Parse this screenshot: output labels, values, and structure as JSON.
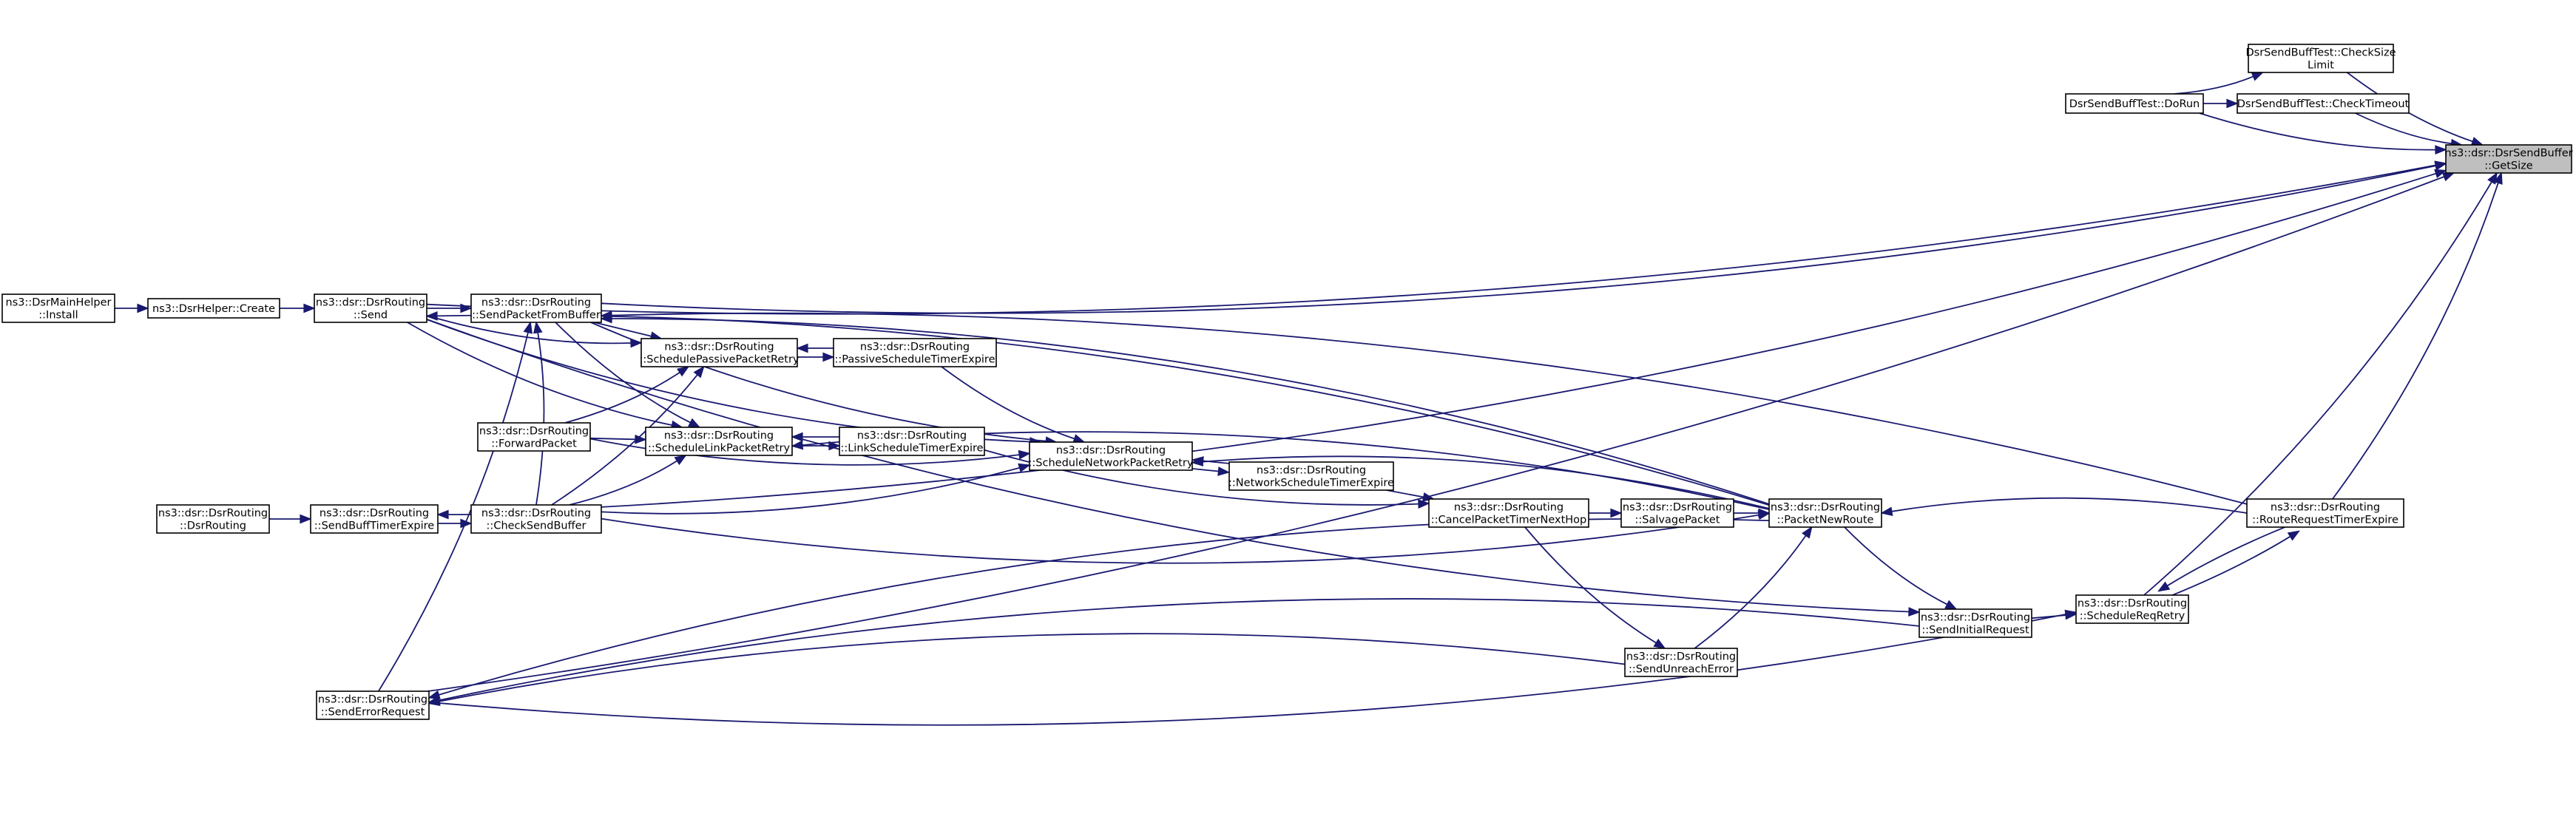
{
  "colors": {
    "edge": "#191970",
    "node_fill": "#ffffff",
    "focus_fill": "#bfbfbf",
    "node_border": "#000000",
    "text": "#000000"
  },
  "nodes": {
    "getsize": {
      "lines": [
        "ns3::dsr::DsrSendBuffer",
        "::GetSize"
      ],
      "focus": true
    },
    "checksizelimit": {
      "lines": [
        "DsrSendBuffTest::CheckSize",
        "Limit"
      ]
    },
    "checktimeout": {
      "lines": [
        "DsrSendBuffTest::CheckTimeout"
      ]
    },
    "dorun": {
      "lines": [
        "DsrSendBuffTest::DoRun"
      ]
    },
    "mainhelper": {
      "lines": [
        "ns3::DsrMainHelper",
        "::Install"
      ]
    },
    "helpercreate": {
      "lines": [
        "ns3::DsrHelper::Create"
      ]
    },
    "send": {
      "lines": [
        "ns3::dsr::DsrRouting",
        "::Send"
      ]
    },
    "sendpacketfrombuf": {
      "lines": [
        "ns3::dsr::DsrRouting",
        "::SendPacketFromBuffer"
      ]
    },
    "schedpassive": {
      "lines": [
        "ns3::dsr::DsrRouting",
        "::SchedulePassivePacketRetry"
      ]
    },
    "passivetimer": {
      "lines": [
        "ns3::dsr::DsrRouting",
        "::PassiveScheduleTimerExpire"
      ]
    },
    "forwardpacket": {
      "lines": [
        "ns3::dsr::DsrRouting",
        "::ForwardPacket"
      ]
    },
    "schedlink": {
      "lines": [
        "ns3::dsr::DsrRouting",
        "::ScheduleLinkPacketRetry"
      ]
    },
    "linktimer": {
      "lines": [
        "ns3::dsr::DsrRouting",
        "::LinkScheduleTimerExpire"
      ]
    },
    "schednetwork": {
      "lines": [
        "ns3::dsr::DsrRouting",
        "::ScheduleNetworkPacketRetry"
      ]
    },
    "networktimer": {
      "lines": [
        "ns3::dsr::DsrRouting",
        "::NetworkScheduleTimerExpire"
      ]
    },
    "dsrrouting": {
      "lines": [
        "ns3::dsr::DsrRouting",
        "::DsrRouting"
      ]
    },
    "sendbufftimer": {
      "lines": [
        "ns3::dsr::DsrRouting",
        "::SendBuffTimerExpire"
      ]
    },
    "checksendbuffer": {
      "lines": [
        "ns3::dsr::DsrRouting",
        "::CheckSendBuffer"
      ]
    },
    "cancelpacket": {
      "lines": [
        "ns3::dsr::DsrRouting",
        "::CancelPacketTimerNextHop"
      ]
    },
    "salvage": {
      "lines": [
        "ns3::dsr::DsrRouting",
        "::SalvagePacket"
      ]
    },
    "packetnewroute": {
      "lines": [
        "ns3::dsr::DsrRouting",
        "::PacketNewRoute"
      ]
    },
    "routereqtimer": {
      "lines": [
        "ns3::dsr::DsrRouting",
        "::RouteRequestTimerExpire"
      ]
    },
    "schedreqretry": {
      "lines": [
        "ns3::dsr::DsrRouting",
        "::ScheduleReqRetry"
      ]
    },
    "sendinitial": {
      "lines": [
        "ns3::dsr::DsrRouting",
        "::SendInitialRequest"
      ]
    },
    "sendunreach": {
      "lines": [
        "ns3::dsr::DsrRouting",
        "::SendUnreachError"
      ]
    },
    "senderror": {
      "lines": [
        "ns3::dsr::DsrRouting",
        "::SendErrorRequest"
      ]
    }
  },
  "edges": [
    [
      "checksizelimit",
      "getsize"
    ],
    [
      "checktimeout",
      "getsize"
    ],
    [
      "dorun",
      "getsize"
    ],
    [
      "dorun",
      "checksizelimit"
    ],
    [
      "dorun",
      "checktimeout"
    ],
    [
      "mainhelper",
      "helpercreate"
    ],
    [
      "helpercreate",
      "send"
    ],
    [
      "send",
      "getsize"
    ],
    [
      "send",
      "sendpacketfrombuf"
    ],
    [
      "send",
      "schedpassive"
    ],
    [
      "send",
      "schedlink"
    ],
    [
      "send",
      "schednetwork"
    ],
    [
      "send",
      "sendinitial"
    ],
    [
      "sendpacketfrombuf",
      "getsize"
    ],
    [
      "sendpacketfrombuf",
      "schedpassive"
    ],
    [
      "sendpacketfrombuf",
      "schedlink"
    ],
    [
      "sendpacketfrombuf",
      "schednetwork"
    ],
    [
      "schedpassive",
      "passivetimer"
    ],
    [
      "passivetimer",
      "schedpassive"
    ],
    [
      "passivetimer",
      "schednetwork"
    ],
    [
      "schedlink",
      "linktimer"
    ],
    [
      "linktimer",
      "schedlink"
    ],
    [
      "linktimer",
      "cancelpacket"
    ],
    [
      "schednetwork",
      "networktimer"
    ],
    [
      "networktimer",
      "schednetwork"
    ],
    [
      "networktimer",
      "cancelpacket"
    ],
    [
      "forwardpacket",
      "schedpassive"
    ],
    [
      "forwardpacket",
      "schedlink"
    ],
    [
      "forwardpacket",
      "schednetwork"
    ],
    [
      "dsrrouting",
      "sendbufftimer"
    ],
    [
      "sendbufftimer",
      "checksendbuffer"
    ],
    [
      "checksendbuffer",
      "sendpacketfrombuf"
    ],
    [
      "checksendbuffer",
      "schedpassive"
    ],
    [
      "checksendbuffer",
      "schedlink"
    ],
    [
      "checksendbuffer",
      "schednetwork"
    ],
    [
      "checksendbuffer",
      "sendbufftimer"
    ],
    [
      "checksendbuffer",
      "getsize"
    ],
    [
      "checksendbuffer",
      "packetnewroute"
    ],
    [
      "cancelpacket",
      "salvage"
    ],
    [
      "cancelpacket",
      "sendunreach"
    ],
    [
      "salvage",
      "packetnewroute"
    ],
    [
      "packetnewroute",
      "send"
    ],
    [
      "packetnewroute",
      "sendpacketfrombuf"
    ],
    [
      "packetnewroute",
      "schedlink"
    ],
    [
      "packetnewroute",
      "schednetwork"
    ],
    [
      "packetnewroute",
      "sendinitial"
    ],
    [
      "packetnewroute",
      "senderror"
    ],
    [
      "routereqtimer",
      "packetnewroute"
    ],
    [
      "routereqtimer",
      "schedreqretry"
    ],
    [
      "routereqtimer",
      "getsize"
    ],
    [
      "routereqtimer",
      "sendpacketfrombuf"
    ],
    [
      "schedreqretry",
      "routereqtimer"
    ],
    [
      "schedreqretry",
      "getsize"
    ],
    [
      "sendinitial",
      "schedreqretry"
    ],
    [
      "sendinitial",
      "senderror"
    ],
    [
      "sendunreach",
      "packetnewroute"
    ],
    [
      "sendunreach",
      "senderror"
    ],
    [
      "senderror",
      "sendpacketfrombuf"
    ],
    [
      "senderror",
      "getsize"
    ],
    [
      "senderror",
      "schedreqretry"
    ]
  ]
}
